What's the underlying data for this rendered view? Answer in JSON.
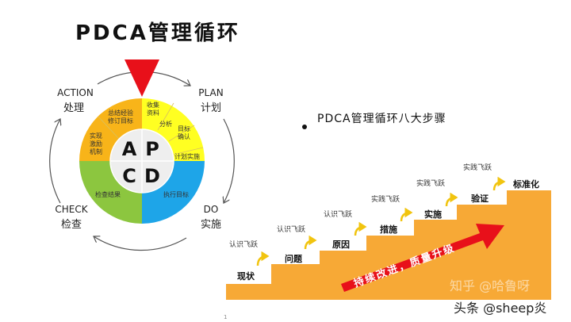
{
  "title": "PDCA管理循环",
  "cycle": {
    "center_letters": [
      "A",
      "P",
      "C",
      "D"
    ],
    "phases": {
      "action": {
        "en": "ACTION",
        "zh": "处理"
      },
      "plan": {
        "en": "PLAN",
        "zh": "计划"
      },
      "check": {
        "en": "CHECK",
        "zh": "检查"
      },
      "do": {
        "en": "DO",
        "zh": "实施"
      }
    },
    "segments": {
      "a1": [
        "总结经验",
        "修订目标"
      ],
      "a2": [
        "实现",
        "激励",
        "机制"
      ],
      "p1": [
        "收集",
        "资料"
      ],
      "p2": "分析",
      "p3": [
        "目标",
        "确认"
      ],
      "p4": "计划实施",
      "c1": "检查结果",
      "d1": "执行目标"
    },
    "colors": {
      "action": "#f8b419",
      "plan": "#ffff22",
      "check": "#8cc63f",
      "do": "#1ea5e8",
      "marker": "#e8101a"
    }
  },
  "steps_title": "PDCA管理循环八大步骤",
  "steps": [
    "现状",
    "问题",
    "原因",
    "措施",
    "实施",
    "验证",
    "标准化"
  ],
  "jumps": [
    "认识飞跃",
    "认识飞跃",
    "认识飞跃",
    "实践飞跃",
    "实践飞跃",
    "实践飞跃"
  ],
  "arrow_text": "持续改进，质量升级",
  "stair_color": "#f7a936",
  "watermark_faint": "知乎 @哈鲁呀",
  "watermark": "头条 @sheep炎",
  "page_number": "1"
}
